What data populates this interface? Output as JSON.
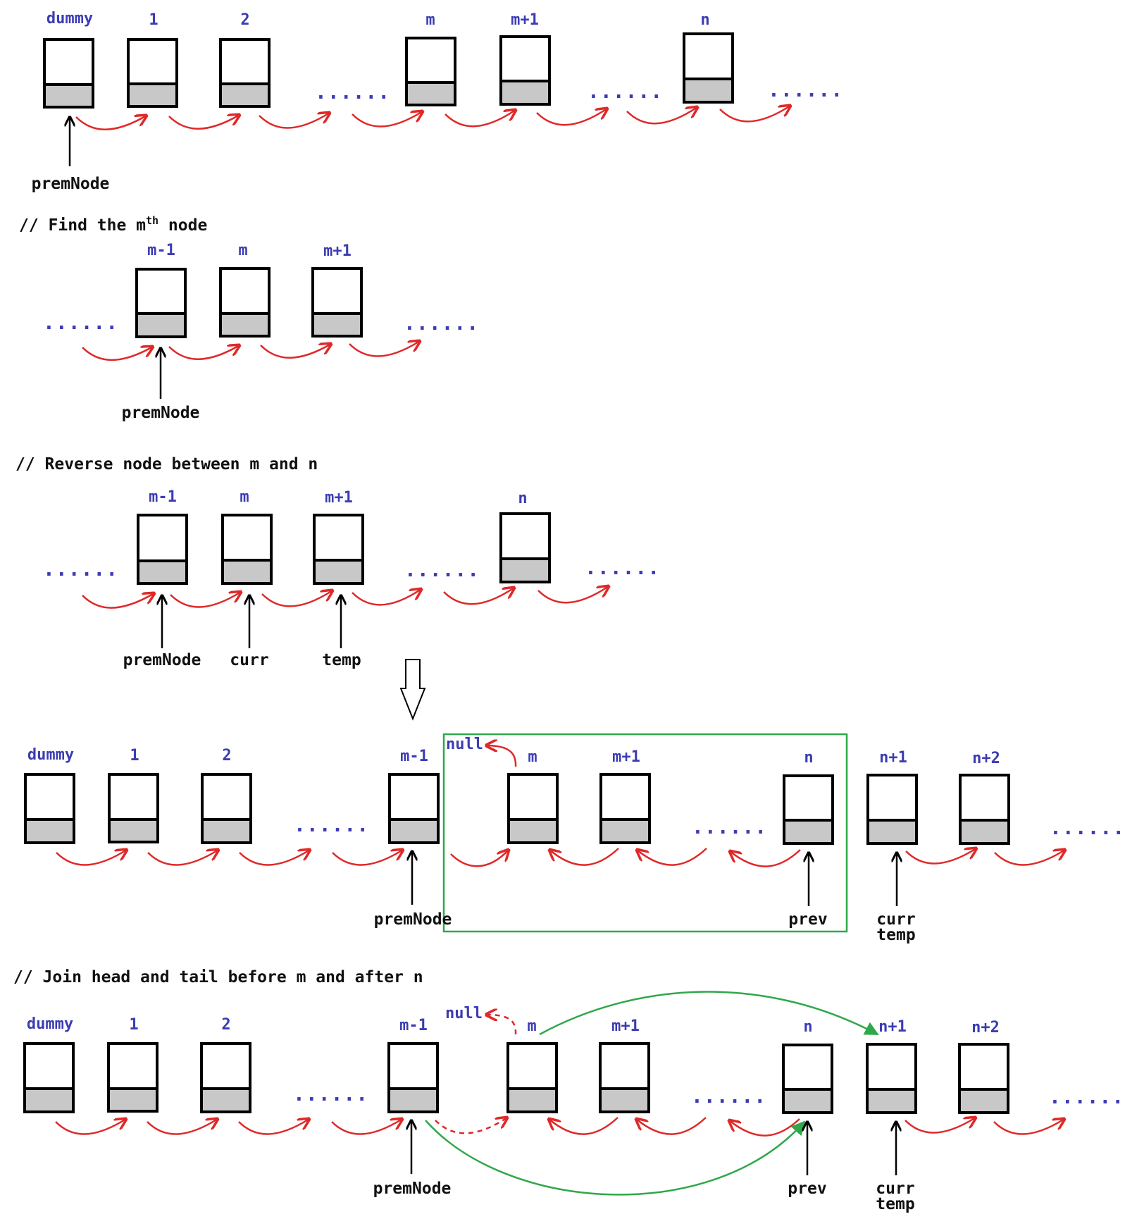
{
  "rows": [
    {
      "nodes": [
        {
          "label": "dummy"
        },
        {
          "label": "1"
        },
        {
          "label": "2"
        },
        {
          "label": "m"
        },
        {
          "label": "m+1"
        },
        {
          "label": "n"
        }
      ],
      "pointers": [
        {
          "text": "premNode"
        }
      ],
      "ellipsis": "......"
    },
    {
      "comment": "// Find the m",
      "comment_sup": "th",
      "comment_tail": " node",
      "nodes": [
        {
          "label": "m-1"
        },
        {
          "label": "m"
        },
        {
          "label": "m+1"
        }
      ],
      "pointers": [
        {
          "text": "premNode"
        }
      ],
      "ellipsis": "......"
    },
    {
      "comment": "// Reverse node between m and n",
      "nodes": [
        {
          "label": "m-1"
        },
        {
          "label": "m"
        },
        {
          "label": "m+1"
        },
        {
          "label": "n"
        }
      ],
      "pointers": [
        {
          "text": "premNode"
        },
        {
          "text": "curr"
        },
        {
          "text": "temp"
        }
      ],
      "ellipsis": "......"
    },
    {
      "nodes": [
        {
          "label": "dummy"
        },
        {
          "label": "1"
        },
        {
          "label": "2"
        },
        {
          "label": "m-1"
        },
        {
          "label": "m"
        },
        {
          "label": "m+1"
        },
        {
          "label": "n"
        },
        {
          "label": "n+1"
        },
        {
          "label": "n+2"
        }
      ],
      "pointers": [
        {
          "text": "premNode"
        },
        {
          "text": "prev"
        },
        {
          "text": "curr"
        },
        {
          "text": "temp"
        }
      ],
      "null_label": "null",
      "ellipsis": "......"
    },
    {
      "comment": "// Join head and tail before m and after n",
      "nodes": [
        {
          "label": "dummy"
        },
        {
          "label": "1"
        },
        {
          "label": "2"
        },
        {
          "label": "m-1"
        },
        {
          "label": "m"
        },
        {
          "label": "m+1"
        },
        {
          "label": "n"
        },
        {
          "label": "n+1"
        },
        {
          "label": "n+2"
        }
      ],
      "pointers": [
        {
          "text": "premNode"
        },
        {
          "text": "prev"
        },
        {
          "text": "curr"
        },
        {
          "text": "temp"
        }
      ],
      "null_label": "null",
      "ellipsis": "......"
    }
  ],
  "colors": {
    "node_label": "#3c3cb4",
    "link_arrow": "#e02828",
    "highlight": "#2fa84a",
    "node_data_fill": "#c8c8c8"
  }
}
